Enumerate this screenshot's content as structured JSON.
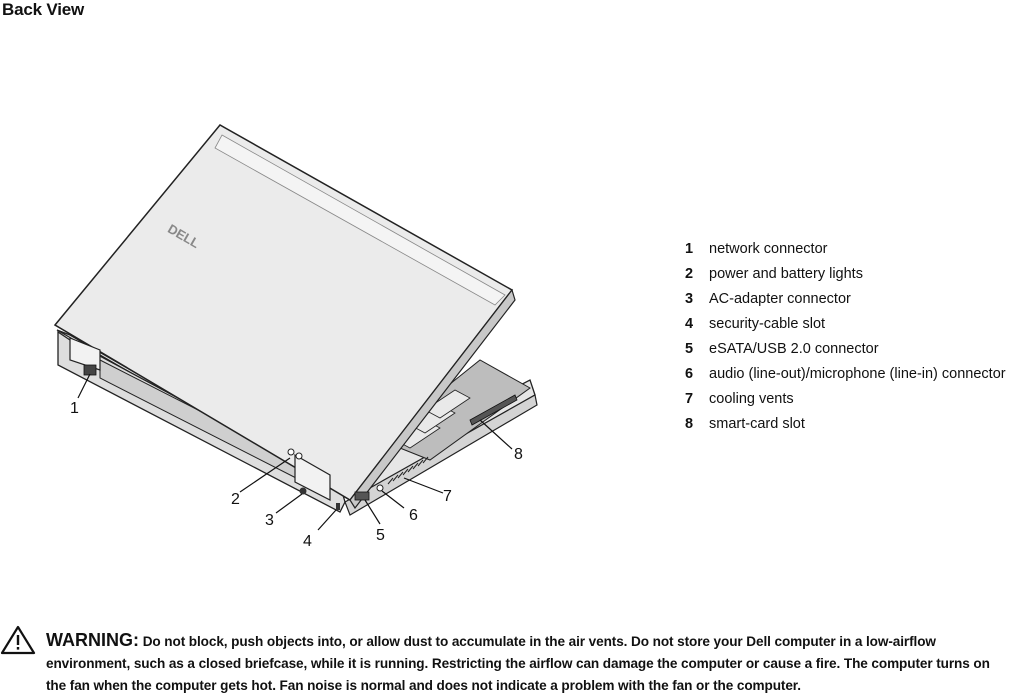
{
  "page": {
    "heading": "Back View"
  },
  "figure": {
    "logo_text": "DELL",
    "callouts": [
      "1",
      "2",
      "3",
      "4",
      "5",
      "6",
      "7",
      "8"
    ]
  },
  "legend": [
    {
      "number": "1",
      "label": "network connector"
    },
    {
      "number": "2",
      "label": "power and battery lights"
    },
    {
      "number": "3",
      "label": "AC-adapter connector"
    },
    {
      "number": "4",
      "label": "security-cable slot"
    },
    {
      "number": "5",
      "label": "eSATA/USB 2.0 connector"
    },
    {
      "number": "6",
      "label": "audio (line-out)/microphone (line-in) connector"
    },
    {
      "number": "7",
      "label": "cooling vents"
    },
    {
      "number": "8",
      "label": "smart-card slot"
    }
  ],
  "warning": {
    "icon": "warning-triangle-icon",
    "label": "WARNING:",
    "text": "Do not block, push objects into, or allow dust to accumulate in the air vents. Do not store your Dell computer in a low-airflow environment, such as a closed briefcase, while it is running. Restricting the airflow can damage the computer or cause a fire. The computer turns on the fan when the computer gets hot. Fan noise is normal and does not indicate a problem with the fan or the computer."
  }
}
